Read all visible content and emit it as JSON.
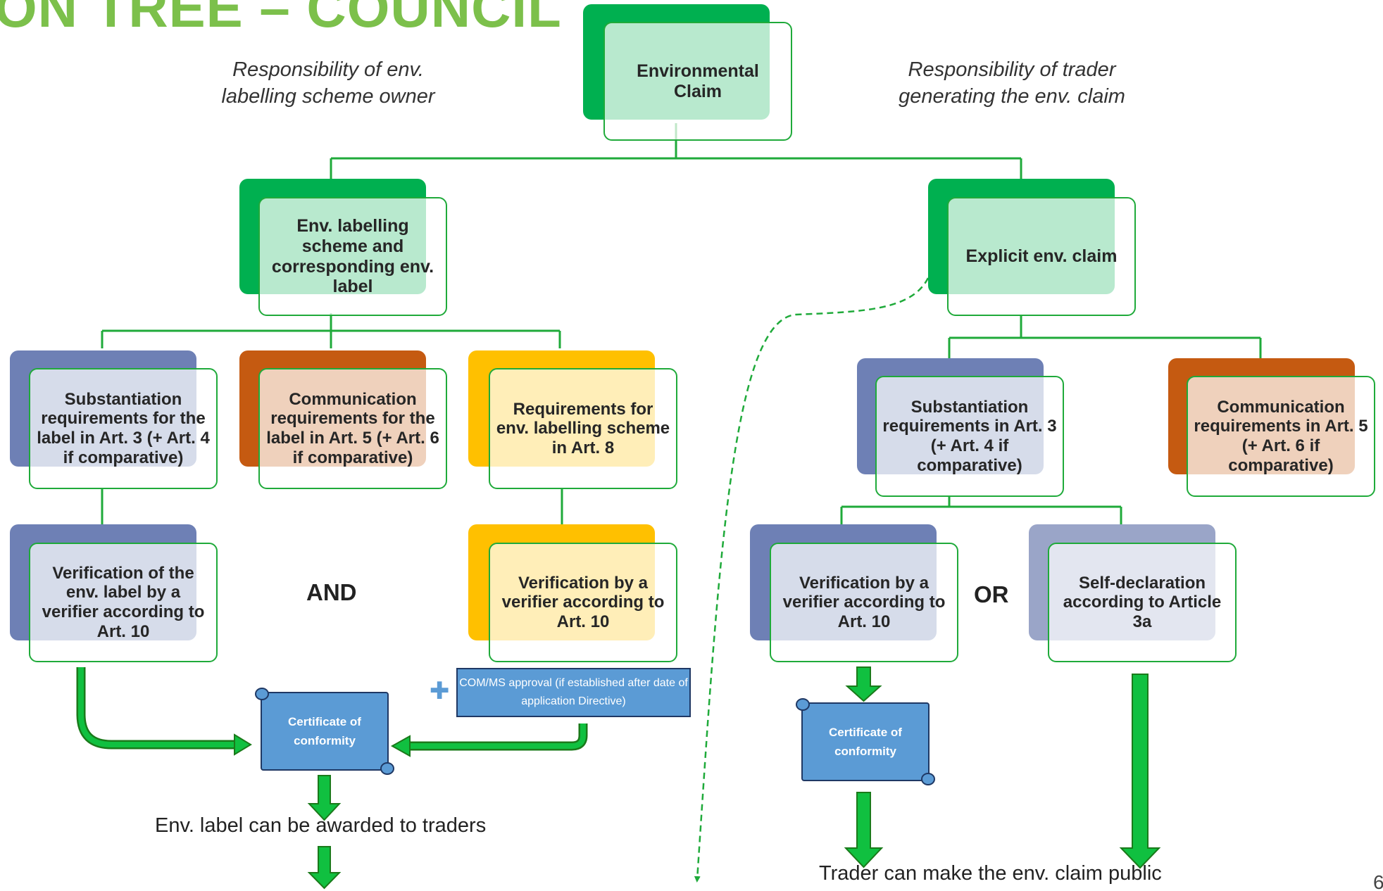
{
  "title": "ON TREE – COUNCIL",
  "notes": {
    "left": "Responsibility of env. labelling scheme owner",
    "right": "Responsibility of trader generating the env. claim"
  },
  "boxes": {
    "root": "Environmental Claim",
    "labelling_scheme": "Env. labelling scheme and corresponding env. label",
    "explicit_claim": "Explicit env. claim",
    "subst_label": "Substantiation requirements for the label in Art. 3 (+ Art. 4 if comparative)",
    "comm_label": "Communication requirements for the label in Art. 5 (+ Art. 6 if comparative)",
    "scheme_req": "Requirements for env. labelling scheme in Art. 8",
    "subst_claim": "Substantiation requirements in Art. 3 (+ Art. 4 if comparative)",
    "comm_claim": "Communication requirements in Art. 5 (+ Art. 6 if comparative)",
    "verif_label": "Verification of the env. label by a verifier according to Art. 10",
    "verif_scheme": "Verification by a verifier according to Art. 10",
    "verif_claim": "Verification by a verifier according to Art. 10",
    "self_decl": "Self-declaration according to Article 3a"
  },
  "connectors": {
    "and": "AND",
    "or": "OR"
  },
  "certificates": {
    "left": "Certificate of conformity",
    "right": "Certificate of conformity"
  },
  "approval": "COM/MS approval (if established after date of application Directive)",
  "outcomes": {
    "label_awarded": "Env. label can be awarded to traders",
    "claim_public": "Trader can make the env. claim public"
  },
  "page_number": "6",
  "colors": {
    "title": "#7cc04b",
    "green_accent": "#00b050",
    "blue_gray": "#6e80b5",
    "brown": "#c55a11",
    "gold": "#ffc000",
    "light_blue_gray": "#9aa5c8",
    "border_green": "#1faa3a",
    "certificate_blue": "#5b9bd5"
  }
}
